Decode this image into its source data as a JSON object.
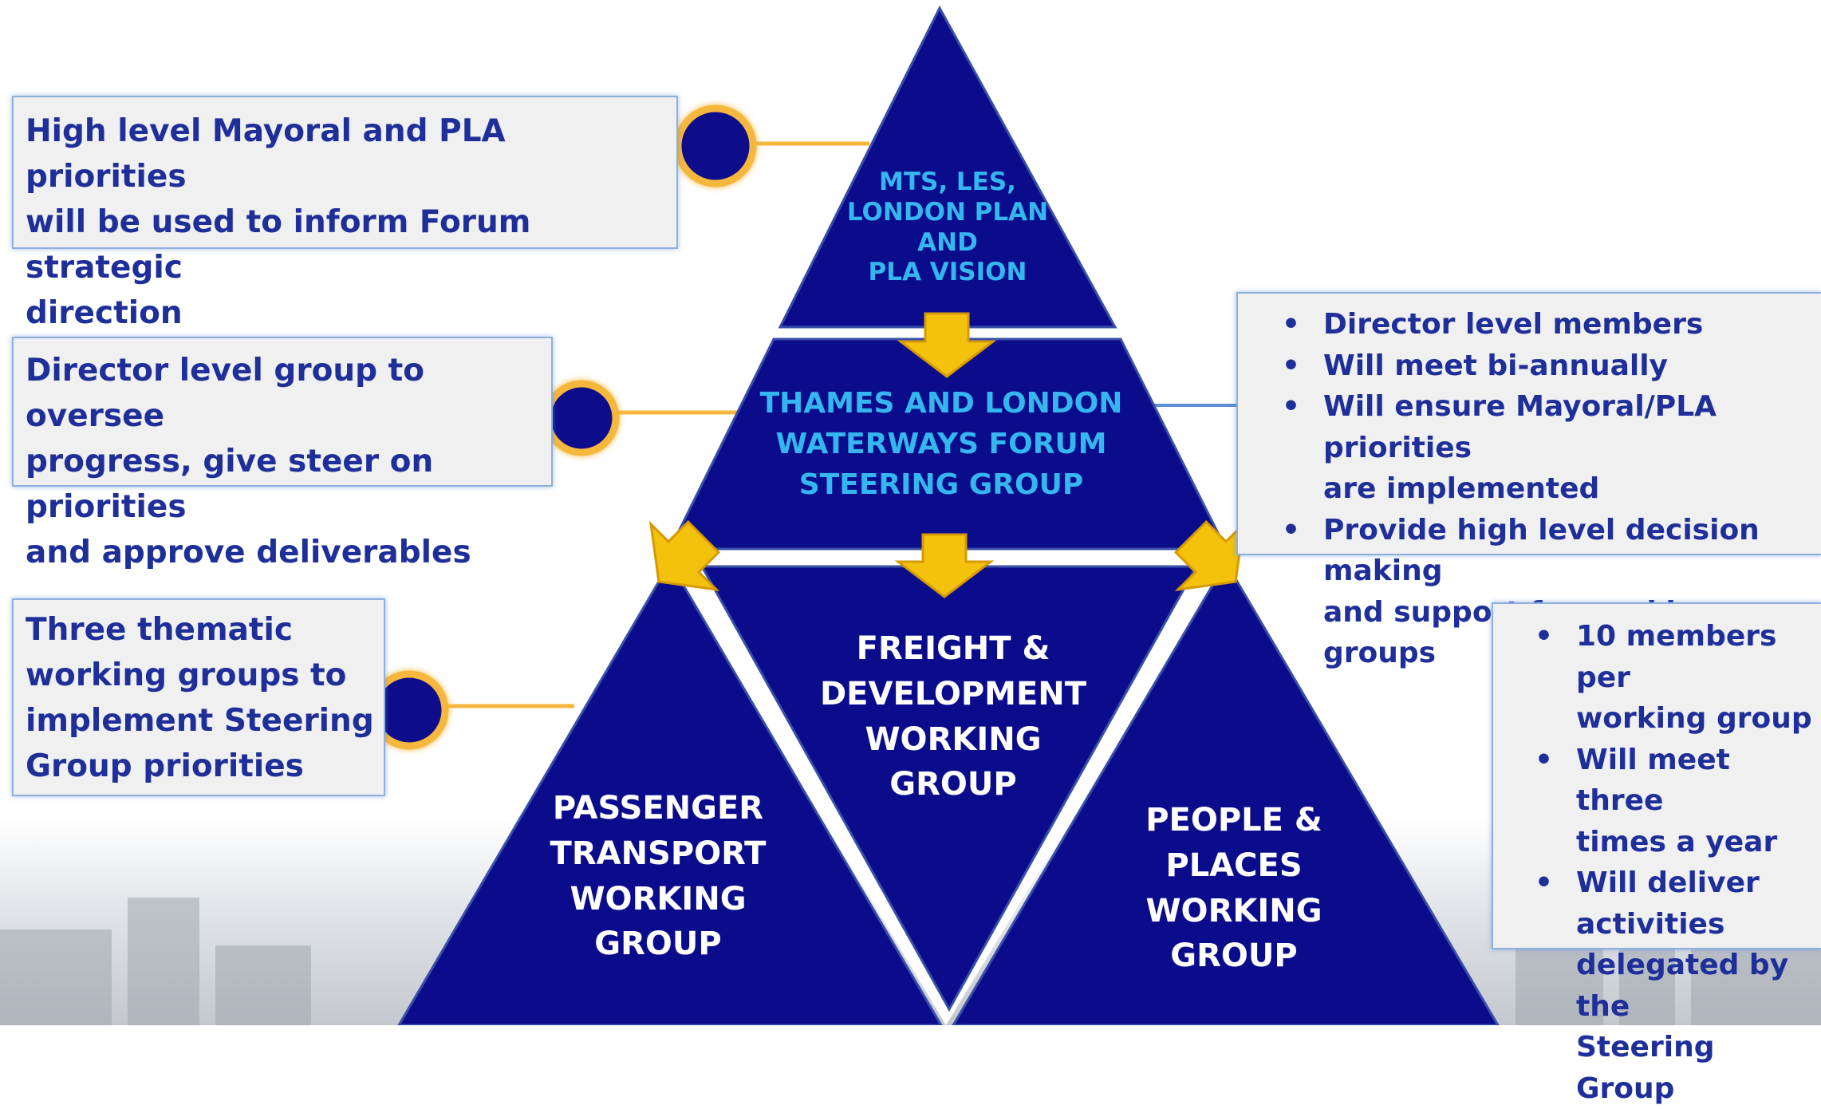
{
  "colors": {
    "triangle_fill": "#0b0c8c",
    "triangle_top_text": "#35b6ee",
    "steering_text": "#35b6ee",
    "working_group_text": "#ffffff",
    "arrow": "#f4c20d",
    "connector": "#f6b73c",
    "note_text": "#1f2f9a",
    "note_border": "#8fb0dc"
  },
  "pyramid": {
    "top_lines": [
      "MTS, LES,",
      "LONDON PLAN",
      "AND",
      "PLA VISION"
    ],
    "steering_lines": [
      "THAMES AND LONDON",
      "WATERWAYS FORUM",
      "STEERING GROUP"
    ],
    "freight_lines": [
      "FREIGHT &",
      "DEVELOPMENT",
      "WORKING",
      "GROUP"
    ],
    "passenger_lines": [
      "PASSENGER",
      "TRANSPORT",
      "WORKING",
      "GROUP"
    ],
    "people_lines": [
      "PEOPLE &",
      "PLACES",
      "WORKING",
      "GROUP"
    ]
  },
  "left_notes": {
    "mayoral_lines": [
      "High level Mayoral and PLA priorities",
      "will be used to inform Forum strategic",
      "direction"
    ],
    "director_lines": [
      "Director level group to oversee",
      "progress, give steer on priorities",
      "and approve deliverables"
    ],
    "thematic_lines": [
      "Three thematic",
      "working groups  to",
      "implement Steering",
      "Group priorities"
    ]
  },
  "right_notes": {
    "steering_bullets": [
      {
        "lines": [
          "Director level members"
        ]
      },
      {
        "lines": [
          "Will meet bi-annually"
        ]
      },
      {
        "lines": [
          "Will ensure Mayoral/PLA priorities",
          "are implemented"
        ]
      },
      {
        "lines": [
          "Provide high level decision making",
          "and support  for working groups"
        ]
      }
    ],
    "working_bullets": [
      {
        "lines": [
          "10 members per",
          "working group"
        ]
      },
      {
        "lines": [
          "Will meet three",
          "times a year"
        ]
      },
      {
        "lines": [
          "Will deliver",
          "activities",
          "delegated by the",
          "Steering Group"
        ]
      }
    ]
  }
}
